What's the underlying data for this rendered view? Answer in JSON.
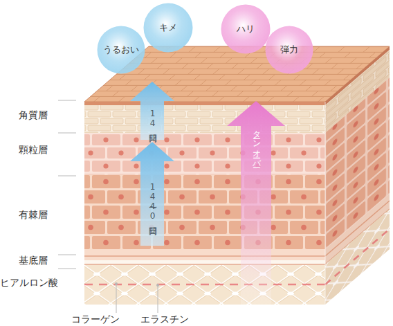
{
  "diagram": {
    "nodes": [
      {
        "text": [
          "うるおい"
        ]
      },
      {
        "text": [
          "キメ"
        ]
      },
      {
        "text": [
          "ハリ"
        ]
      },
      {
        "text": [
          "弾力"
        ]
      },
      {
        "text": [
          "14日間"
        ]
      },
      {
        "text": [
          "14〜40日間"
        ]
      },
      {
        "text": [
          "ターンオーバー"
        ]
      }
    ],
    "labels": [
      "角質層",
      "顆粒層",
      "有棘層",
      "基底層",
      "ヒアルロン酸",
      "コラーゲン",
      "エラスチン"
    ]
  }
}
